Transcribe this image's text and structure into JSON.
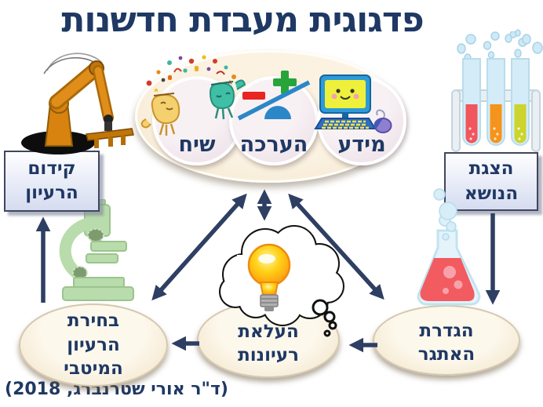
{
  "slide": {
    "title": "פדגוגית מעבדת חדשנות",
    "credit": "(ד\"ר אורי שטרנברג, 2018)"
  },
  "hub": {
    "info_label": "מידע",
    "evaluation_label": "הערכה",
    "discourse_label": "שיח"
  },
  "stages": {
    "present_topic": "הצגת הנושא",
    "define_challenge": "הגדרת האתגר",
    "raise_ideas": "העלאת רעיונות",
    "choose_best_idea": "בחירת הרעיון המיטבי",
    "promote_idea": "קידום הרעיון"
  },
  "icons": {
    "computer": "computer-icon",
    "balance": "balance-scale-icon",
    "discourse": "talking-heads-icon",
    "test_tubes": "test-tubes-icon",
    "flask": "flask-icon",
    "thought_cloud": "thought-cloud-lightbulb-icon",
    "microscope": "microscope-icon",
    "robot_arm": "robot-arm-icon"
  },
  "colors": {
    "title_text": "#1f3864",
    "arrows": "#2e3f63",
    "hub_oval_fill": "#f9eeda",
    "hub_circle_fill": "#f0e6ea",
    "stage_oval_fill": "#f7ecd6",
    "stage_box_fill": "#dfe4f4",
    "stage_box_border": "#40465e",
    "flask_liquid": "#f25b60",
    "tube_red": "#f0565c",
    "tube_orange": "#f5941c",
    "tube_green": "#ccd42d",
    "robot_orange": "#d8820f",
    "microscope_green": "#b8dcab",
    "bulb_yellow": "#ffd215"
  }
}
